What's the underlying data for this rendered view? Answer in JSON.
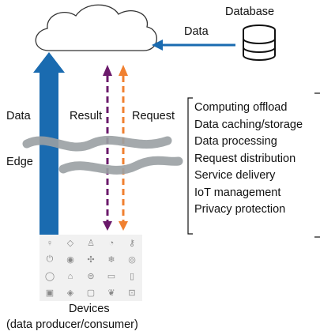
{
  "labels": {
    "database": "Database",
    "data_top": "Data",
    "data_left": "Data",
    "result": "Result",
    "request": "Request",
    "edge": "Edge",
    "devices": "Devices",
    "devices_sub": "(data producer/consumer)"
  },
  "capabilities": [
    "Computing offload",
    "Data caching/storage",
    "Data processing",
    "Request distribution",
    "Service delivery",
    "IoT management",
    "Privacy protection"
  ],
  "device_icons": [
    {
      "name": "bulb-icon",
      "glyph": "♀"
    },
    {
      "name": "drop-icon",
      "glyph": "◇"
    },
    {
      "name": "bell-icon",
      "glyph": "♙"
    },
    {
      "name": "gauge-icon",
      "glyph": "◔"
    },
    {
      "name": "key-icon",
      "glyph": "⚷"
    },
    {
      "name": "power-icon",
      "glyph": "⏻"
    },
    {
      "name": "washer-icon",
      "glyph": "◉"
    },
    {
      "name": "fan-icon",
      "glyph": "✣"
    },
    {
      "name": "snowflake-icon",
      "glyph": "❄"
    },
    {
      "name": "speaker-icon",
      "glyph": "◎"
    },
    {
      "name": "lamp-icon",
      "glyph": "◯"
    },
    {
      "name": "home-icon",
      "glyph": "⌂"
    },
    {
      "name": "car-icon",
      "glyph": "⊜"
    },
    {
      "name": "monitor-icon",
      "glyph": "▭"
    },
    {
      "name": "tablet-icon",
      "glyph": "▯"
    },
    {
      "name": "fridge-icon",
      "glyph": "▣"
    },
    {
      "name": "eye-icon",
      "glyph": "◈"
    },
    {
      "name": "phone-icon",
      "glyph": "▢"
    },
    {
      "name": "leaf-icon",
      "glyph": "❦"
    },
    {
      "name": "camera-icon",
      "glyph": "⊡"
    }
  ],
  "colors": {
    "data_arrow": "#1a6bb0",
    "result_arrow": "#6b1a6b",
    "request_arrow": "#f08030",
    "edge_wave": "#9aa0a3"
  }
}
